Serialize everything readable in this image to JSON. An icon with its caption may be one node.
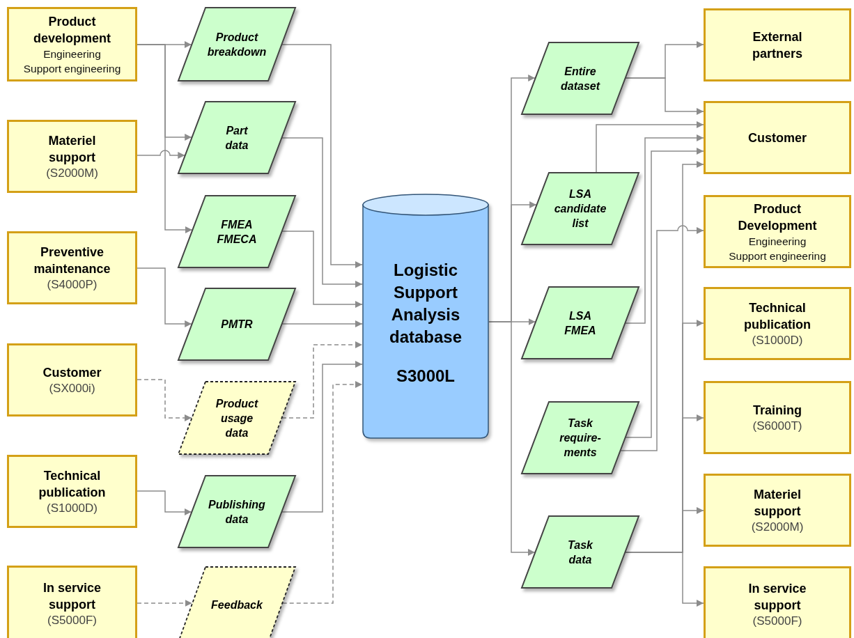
{
  "diagram": {
    "nodes": [
      {
        "text": [
          "Product development",
          "Engineering",
          "Support engineering"
        ]
      },
      {
        "text": [
          "Materiel support",
          "(S2000M)"
        ]
      },
      {
        "text": [
          "Preventive maintenance",
          "(S4000P)"
        ]
      },
      {
        "text": [
          "Customer",
          "(SX000i)"
        ]
      },
      {
        "text": [
          "Technical publication",
          "(S1000D)"
        ]
      },
      {
        "text": [
          "In service support",
          "(S5000F)"
        ]
      },
      {
        "text": [
          "Product breakdown"
        ]
      },
      {
        "text": [
          "Part data"
        ]
      },
      {
        "text": [
          "FMEA FMECA"
        ]
      },
      {
        "text": [
          "PMTR"
        ]
      },
      {
        "text": [
          "Product usage data"
        ]
      },
      {
        "text": [
          "Publishing data"
        ]
      },
      {
        "text": [
          "Feedback"
        ]
      },
      {
        "text": [
          "Logistic Support Analysis database",
          "S3000L"
        ]
      },
      {
        "text": [
          "Entire dataset"
        ]
      },
      {
        "text": [
          "LSA candidate list"
        ]
      },
      {
        "text": [
          "LSA FMEA"
        ]
      },
      {
        "text": [
          "Task require- ments"
        ]
      },
      {
        "text": [
          "Task data"
        ]
      },
      {
        "text": [
          "External partners"
        ]
      },
      {
        "text": [
          "Customer"
        ]
      },
      {
        "text": [
          "Product Development",
          "Engineering",
          "Support engineering"
        ]
      },
      {
        "text": [
          "Technical publication",
          "(S1000D)"
        ]
      },
      {
        "text": [
          "Training",
          "(S6000T)"
        ]
      },
      {
        "text": [
          "Materiel support",
          "(S2000M)"
        ]
      },
      {
        "text": [
          "In service support",
          "(S5000F)"
        ]
      }
    ],
    "edges": [
      {
        "from": 0,
        "to": 6,
        "arrow": "to"
      },
      {
        "from": 0,
        "to": 7,
        "arrow": "to"
      },
      {
        "from": 0,
        "to": 8,
        "arrow": "to"
      },
      {
        "from": 1,
        "to": 7,
        "arrow": "to"
      },
      {
        "from": 2,
        "to": 9,
        "arrow": "to"
      },
      {
        "from": 3,
        "to": 10,
        "arrow": "to",
        "style": "dashed"
      },
      {
        "from": 4,
        "to": 11,
        "arrow": "to"
      },
      {
        "from": 5,
        "to": 12,
        "arrow": "to",
        "style": "dashed"
      },
      {
        "from": 6,
        "to": 13,
        "arrow": "to"
      },
      {
        "from": 7,
        "to": 13,
        "arrow": "to"
      },
      {
        "from": 8,
        "to": 13,
        "arrow": "to"
      },
      {
        "from": 9,
        "to": 13,
        "arrow": "to"
      },
      {
        "from": 10,
        "to": 13,
        "arrow": "to",
        "style": "dashed"
      },
      {
        "from": 11,
        "to": 13,
        "arrow": "to"
      },
      {
        "from": 12,
        "to": 13,
        "arrow": "to",
        "style": "dashed"
      },
      {
        "from": 13,
        "to": 14,
        "arrow": "to"
      },
      {
        "from": 13,
        "to": 15,
        "arrow": "to"
      },
      {
        "from": 13,
        "to": 16,
        "arrow": "to"
      },
      {
        "from": 13,
        "to": 18,
        "arrow": "to"
      },
      {
        "from": 14,
        "to": 19,
        "arrow": "to"
      },
      {
        "from": 14,
        "to": 20,
        "arrow": "to"
      },
      {
        "from": 15,
        "to": 20,
        "arrow": "to"
      },
      {
        "from": 16,
        "to": 20,
        "arrow": "to"
      },
      {
        "from": 17,
        "to": 20,
        "arrow": "to"
      },
      {
        "from": 17,
        "to": 21,
        "arrow": "to"
      },
      {
        "from": 18,
        "to": 20,
        "arrow": "to"
      },
      {
        "from": 18,
        "to": 22,
        "arrow": "to"
      },
      {
        "from": 18,
        "to": 23,
        "arrow": "to"
      },
      {
        "from": 18,
        "to": 24,
        "arrow": "to"
      },
      {
        "from": 18,
        "to": 25,
        "arrow": "to"
      }
    ]
  }
}
